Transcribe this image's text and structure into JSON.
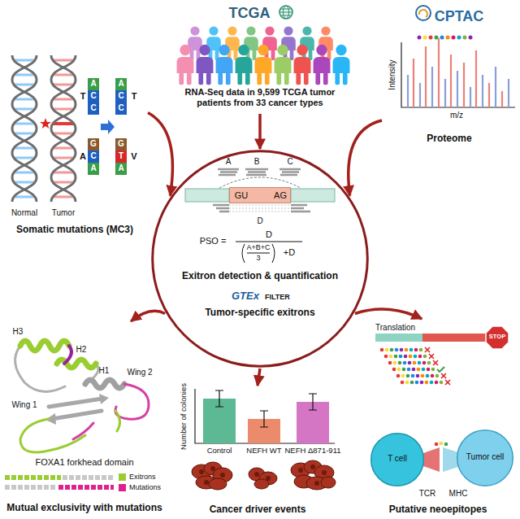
{
  "diagram": {
    "nodes": [
      {
        "text": [
          "TCGA",
          "RNA-Seq data in 9,599 TCGA tumor patients from 33 cancer types"
        ]
      },
      {
        "text": [
          "Somatic mutations (MC3)"
        ]
      },
      {
        "text": [
          "A"
        ],
        "in": 1
      },
      {
        "text": [
          "C"
        ],
        "in": 1
      },
      {
        "text": [
          "C"
        ],
        "in": 1
      },
      {
        "text": [
          "G"
        ],
        "in": 1
      },
      {
        "text": [
          "C"
        ],
        "in": 1
      },
      {
        "text": [
          "A"
        ],
        "in": 1
      },
      {
        "text": [
          "A"
        ],
        "in": 1
      },
      {
        "text": [
          "C"
        ],
        "in": 1
      },
      {
        "text": [
          "C"
        ],
        "in": 1
      },
      {
        "text": [
          "G"
        ],
        "in": 1
      },
      {
        "text": [
          "T"
        ],
        "in": 1
      },
      {
        "text": [
          "A"
        ],
        "in": 1
      },
      {
        "text": [
          "CPTAC",
          "Proteome"
        ]
      },
      {
        "text": [
          "Exitron detection & quantification",
          "GTEx",
          "FILTER",
          "Tumor-specific exitrons"
        ]
      },
      {
        "text": [
          "GU",
          "AG"
        ],
        "in": 15
      },
      {
        "text": [
          "FOXA1 forkhead domain",
          "Mutual exclusivity with mutations"
        ]
      },
      {
        "text": [
          "Cancer driver events"
        ]
      },
      {
        "text": [
          "Putative neoepitopes"
        ]
      },
      {
        "text": [
          "STOP"
        ],
        "in": 19
      },
      {
        "text": [
          "T cell"
        ],
        "in": 19
      },
      {
        "text": [
          "Tumor cell"
        ],
        "in": 19
      }
    ],
    "edges": [
      {
        "from": 0,
        "to": 15,
        "arrow": "to"
      },
      {
        "from": 1,
        "to": 15,
        "arrow": "to"
      },
      {
        "from": 14,
        "to": 15,
        "arrow": "to"
      },
      {
        "from": 15,
        "to": 17,
        "arrow": "to"
      },
      {
        "from": 15,
        "to": 18,
        "arrow": "to"
      },
      {
        "from": 15,
        "to": 19,
        "arrow": "to"
      }
    ],
    "labels": [
      "Normal",
      "Tumor",
      "T",
      "A",
      "T",
      "V",
      "Intensity",
      "m/z",
      "A",
      "B",
      "C",
      "D",
      "PSO =",
      "D",
      "A+B+C",
      "3",
      "+D",
      "H3",
      "H2",
      "H1",
      "Wing 2",
      "Wing 1",
      "Number of colonies",
      "Control",
      "NEFH WT",
      "NEFH Δ871-911",
      "Translation",
      "TCR",
      "MHC"
    ],
    "legend": [
      {
        "text": "Exitrons",
        "color": "#9acd32"
      },
      {
        "text": "Mutations",
        "color": "#e0208c"
      }
    ]
  }
}
